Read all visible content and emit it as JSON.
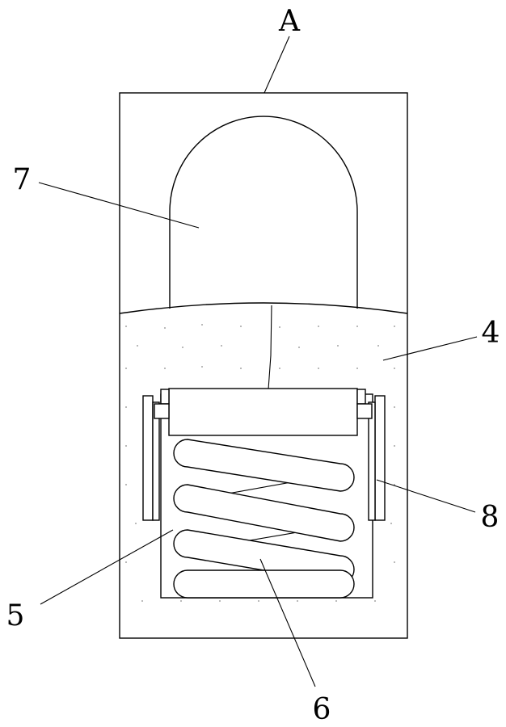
{
  "labels": {
    "section": "A",
    "part_4": "4",
    "part_5": "5",
    "part_6": "6",
    "part_7": "7",
    "part_8": "8"
  }
}
